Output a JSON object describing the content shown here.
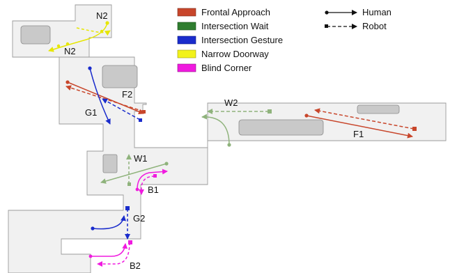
{
  "colors": {
    "frontal": "#c8462b",
    "intersection_wait": "#2f7d2f",
    "intersection_gesture": "#1a2ccc",
    "narrow_doorway": "#f2f21a",
    "blind_corner": "#f01adf",
    "wait_path": "#8fb37c",
    "doorway_path": "#e6e600"
  },
  "legend": {
    "scenarios": [
      {
        "label": "Frontal Approach",
        "color_key": "frontal"
      },
      {
        "label": "Intersection Wait",
        "color_key": "intersection_wait"
      },
      {
        "label": "Intersection Gesture",
        "color_key": "intersection_gesture"
      },
      {
        "label": "Narrow Doorway",
        "color_key": "narrow_doorway"
      },
      {
        "label": "Blind Corner",
        "color_key": "blind_corner"
      }
    ],
    "agents": [
      {
        "label": "Human",
        "style": "solid"
      },
      {
        "label": "Robot",
        "style": "dashed"
      }
    ]
  },
  "labels": {
    "n2_top": "N2",
    "n2_bottom": "N2",
    "f2": "F2",
    "g1": "G1",
    "w2": "W2",
    "f1": "F1",
    "w1": "W1",
    "b1": "B1",
    "g2": "G2",
    "b2": "B2"
  }
}
